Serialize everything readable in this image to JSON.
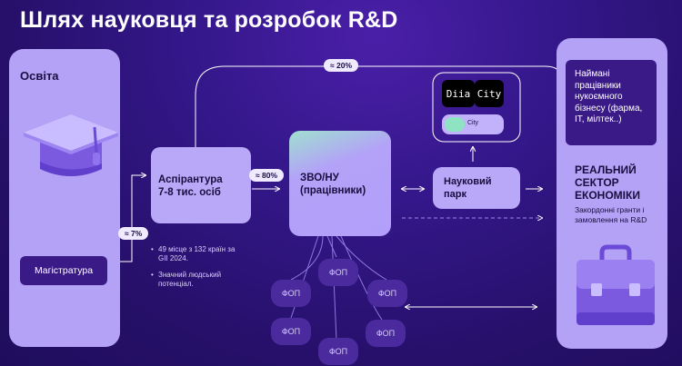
{
  "title": "Шлях науковця та розробок R&D",
  "education": {
    "heading": "Освіта",
    "masters": "Магістратура"
  },
  "phd": {
    "label_line1": "Аспірантура",
    "label_line2": "7-8 тис. осіб",
    "bullets": [
      "49 місце з 132 країн за GII 2024.",
      "Значний людський потенціал."
    ]
  },
  "universities": {
    "label_line1": "ЗВО/НУ",
    "label_line2": "(працівники)"
  },
  "science_park": {
    "label_line1": "Науковий",
    "label_line2": "парк"
  },
  "diia": {
    "brand": "Diia",
    "city": "City",
    "badge": "City"
  },
  "percentages": {
    "top": "≈ 20%",
    "middle": "≈ 80%",
    "left": "≈ 7%"
  },
  "hired": {
    "text": "Наймані працівники нукоємного бізнесу (фарма, IT, мілтек..)"
  },
  "real_sector": {
    "heading": "РЕАЛЬНИЙ СЕКТОР ЕКОНОМІКИ",
    "sub": "Закордонні гранти і замовлення на R&D"
  },
  "fop": {
    "label": "ФОП"
  },
  "colors": {
    "bg": "#2a1170",
    "panel": "#b4a2f6",
    "card_dark": "#3a1a86"
  }
}
